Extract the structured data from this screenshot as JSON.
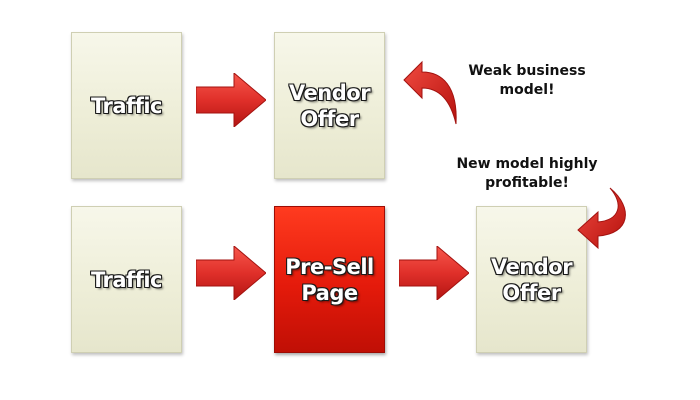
{
  "row1": {
    "box1": {
      "lines": [
        "Traffic"
      ]
    },
    "box2": {
      "lines": [
        "Vendor",
        "Offer"
      ]
    },
    "note": {
      "lines": [
        "Weak business",
        "model!"
      ]
    }
  },
  "row2": {
    "box1": {
      "lines": [
        "Traffic"
      ]
    },
    "box2": {
      "lines": [
        "Pre-Sell",
        "Page"
      ]
    },
    "box3": {
      "lines": [
        "Vendor",
        "Offer"
      ]
    },
    "note": {
      "lines": [
        "New model highly",
        "profitable!"
      ]
    }
  },
  "colors": {
    "box_fill": "#eeeed8",
    "highlight_fill": "#e41a0b",
    "arrow_fill": "#e0302a"
  },
  "icons": {
    "flow_arrow": "right-arrow-icon",
    "callout_arrow": "curved-arrow-icon"
  }
}
